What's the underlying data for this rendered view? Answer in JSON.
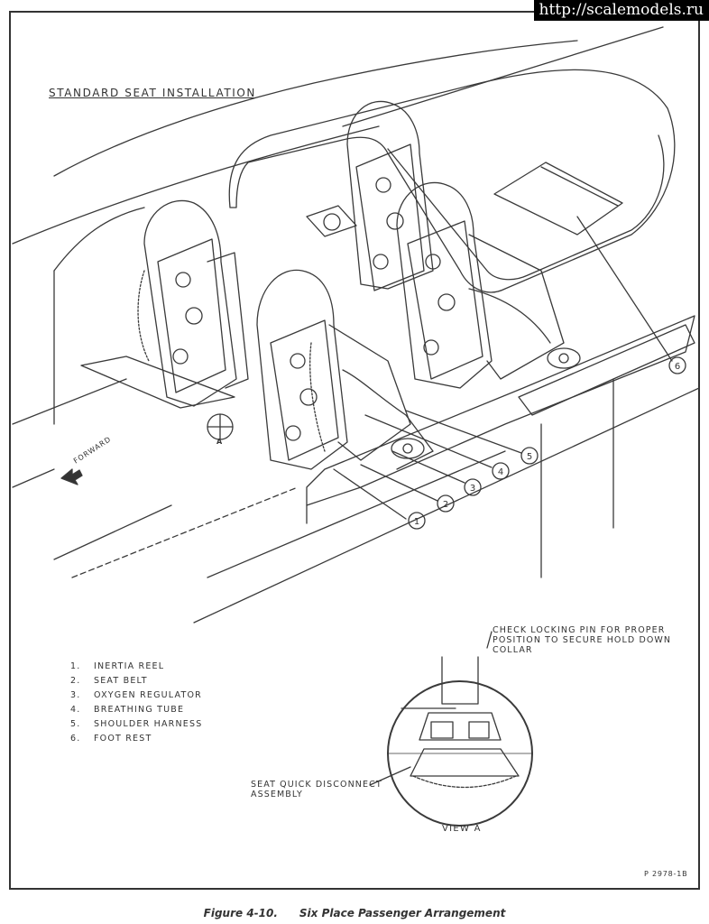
{
  "watermark": "http://scalemodels.ru",
  "section_title": "STANDARD SEAT INSTALLATION",
  "forward_label": "FORWARD",
  "view_marker": "A",
  "callouts": [
    "1",
    "2",
    "3",
    "4",
    "5",
    "6"
  ],
  "legend": [
    {
      "num": "1.",
      "label": "INERTIA REEL"
    },
    {
      "num": "2.",
      "label": "SEAT BELT"
    },
    {
      "num": "3.",
      "label": "OXYGEN REGULATOR"
    },
    {
      "num": "4.",
      "label": "BREATHING TUBE"
    },
    {
      "num": "5.",
      "label": "SHOULDER HARNESS"
    },
    {
      "num": "6.",
      "label": "FOOT REST"
    }
  ],
  "check_note": "CHECK LOCKING PIN FOR PROPER POSITION TO SECURE HOLD DOWN COLLAR",
  "disconnect_label": "SEAT QUICK DISCONNECT ASSEMBLY",
  "view_label": "VIEW A",
  "part_number": "P 2978-1B",
  "caption": {
    "figure": "Figure 4-10.",
    "title": "Six Place Passenger Arrangement"
  }
}
